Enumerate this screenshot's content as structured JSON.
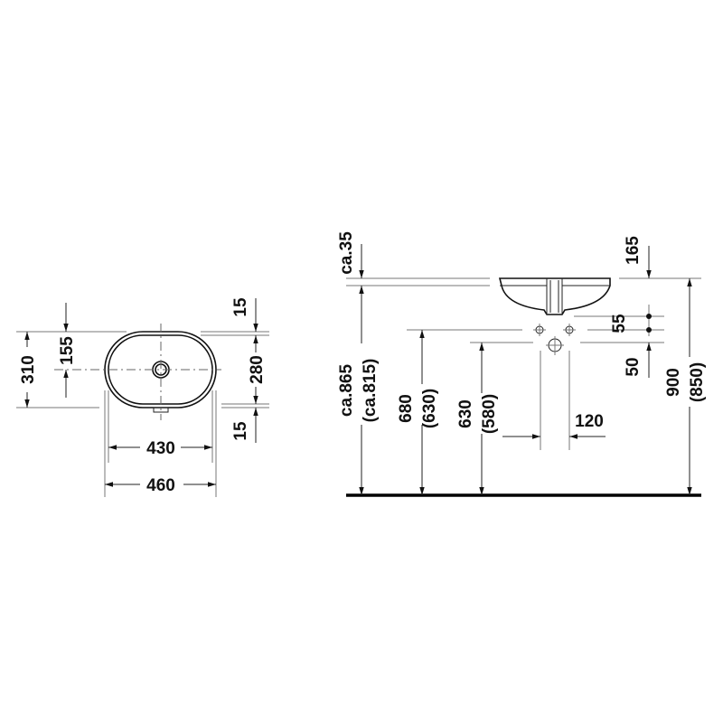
{
  "plan_view": {
    "dimensions": {
      "overall_depth": "310",
      "center_offset": "155",
      "rim_top": "15",
      "inner_depth": "280",
      "rim_bottom": "15",
      "inner_width": "430",
      "overall_width": "460"
    }
  },
  "elevation_view": {
    "dimensions": {
      "counter_thickness": "ca.35",
      "basin_depth": "165",
      "tap_spacing_vertical": "55",
      "waste_offset": "50",
      "waste_width": "120",
      "counter_height": "ca.865",
      "counter_height_alt": "(ca.815)",
      "tap_height": "680",
      "tap_height_alt": "(630)",
      "waste_height": "630",
      "waste_height_alt": "(580)",
      "rim_height": "900",
      "rim_height_alt": "(850)"
    }
  }
}
